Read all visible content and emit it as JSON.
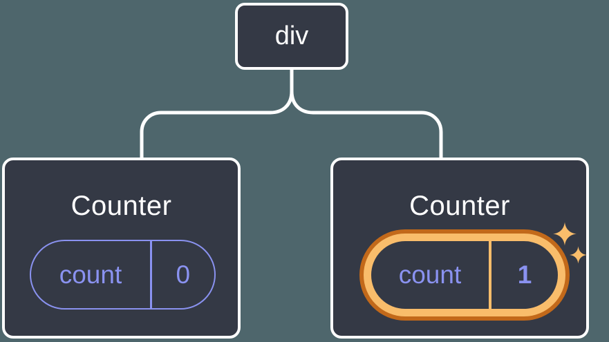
{
  "tree": {
    "root": {
      "label": "div"
    },
    "children": [
      {
        "title": "Counter",
        "state": {
          "key": "count",
          "value": "0"
        },
        "highlighted": false
      },
      {
        "title": "Counter",
        "state": {
          "key": "count",
          "value": "1"
        },
        "highlighted": true
      }
    ]
  },
  "icons": {
    "sparkle_large": "sparkle-icon",
    "sparkle_small": "sparkle-icon"
  },
  "colors": {
    "background": "#4e666c",
    "node_fill": "#343945",
    "node_border": "#ffffff",
    "connector": "#ffffff",
    "state_purple": "#8a92f0",
    "highlight_orange_light": "#f9bd6b",
    "highlight_orange_dark": "#c2691a",
    "text_primary": "#ffffff"
  }
}
